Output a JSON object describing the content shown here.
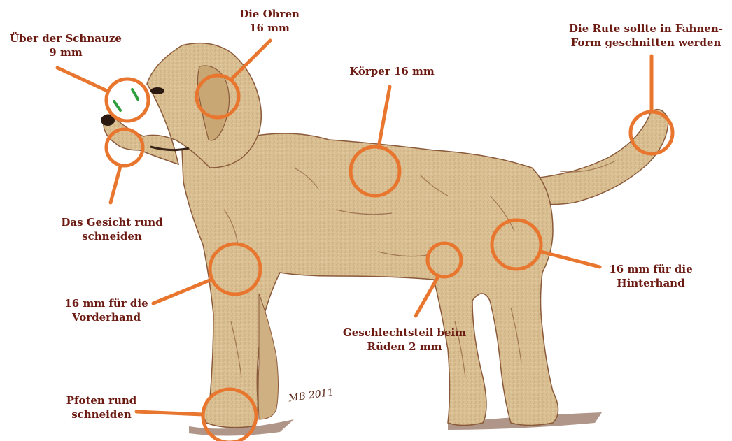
{
  "colors": {
    "text": "#6b1a12",
    "callout": "#e8762e",
    "fur": "#d9bf92",
    "fur_shadow": "#8a5a3a",
    "mark": "#2f9e3c"
  },
  "labels": {
    "snout": [
      "Über der Schnauze",
      "9 mm"
    ],
    "ears": [
      "Die Ohren",
      "16 mm"
    ],
    "body": [
      "Körper 16 mm"
    ],
    "tail": [
      "Die Rute sollte in Fahnen-",
      "Form geschnitten werden"
    ],
    "face": [
      "Das Gesicht rund",
      "schneiden"
    ],
    "foreleg": [
      "16 mm für die",
      "Vorderhand"
    ],
    "genital": [
      "Geschlechtsteil beim",
      "Rüden 2 mm"
    ],
    "hindleg": [
      "16 mm für die",
      "Hinterhand"
    ],
    "paws": [
      "Pfoten rund",
      "schneiden"
    ]
  },
  "signature": "MB 2011"
}
